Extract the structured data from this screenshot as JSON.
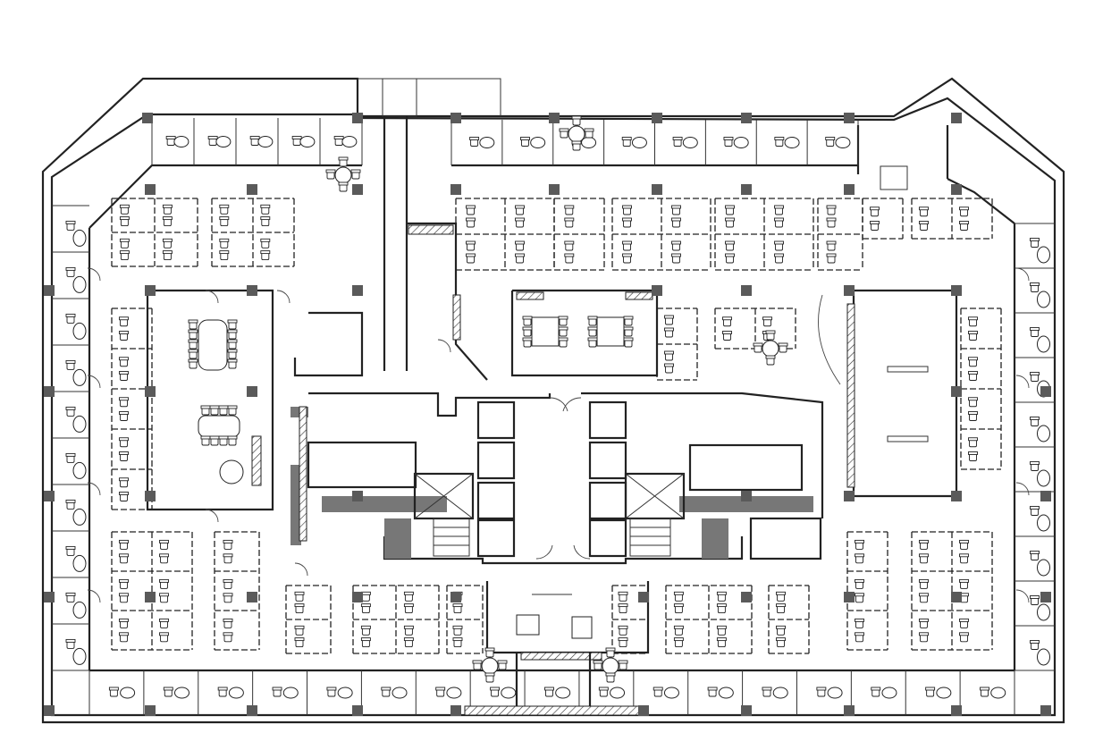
{
  "plan": {
    "colors": {
      "line": "#222222",
      "fill": "#ffffff",
      "column": "#5a5a5a",
      "core": "#777777"
    },
    "icons": [
      "chair-icon",
      "table-icon",
      "column-marker",
      "door-swing",
      "elevator-shaft",
      "stair"
    ]
  }
}
